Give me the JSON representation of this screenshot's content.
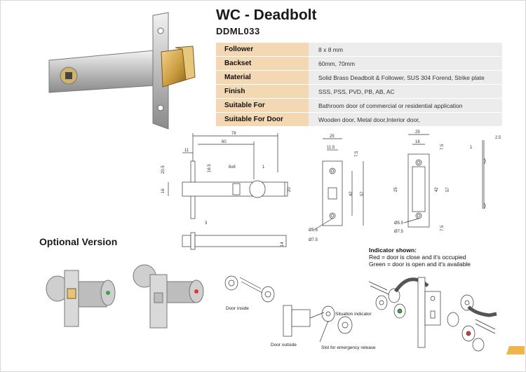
{
  "header": {
    "title": "WC - Deadbolt",
    "model": "DDML033"
  },
  "specs": [
    {
      "label": "Follower",
      "value": "8 x 8 mm"
    },
    {
      "label": "Backset",
      "value": "60mm, 70mm"
    },
    {
      "label": "Material",
      "value": "Solid Brass Deadbolt & Follower, SUS 304 Forend, Strike plate"
    },
    {
      "label": "Finish",
      "value": "SSS, PSS, PVD, PB, AB, AC"
    },
    {
      "label": "Suitable For",
      "value": "Bathroom door of commercial or residential application"
    },
    {
      "label": "Suitable For Door",
      "value": "Wooden door, Metal door,Interior door,"
    }
  ],
  "drawing": {
    "dims": [
      "78",
      "60",
      "11",
      "16.5",
      "20.5",
      "8x8",
      "1",
      "16",
      "20",
      "3",
      "14",
      "25",
      "11.5",
      "7.5",
      "42",
      "57",
      "Ø5.5",
      "Ø7.5",
      "25",
      "16",
      "7.5",
      "25",
      "42",
      "57",
      "7.5",
      "Ø5.5",
      "Ø7.5",
      "1",
      "2.5"
    ]
  },
  "optional": {
    "heading": "Optional Version"
  },
  "indicator": {
    "heading": "Indicator shown:",
    "red": "Red = door is close and it's occupied",
    "green": "Green = door is open and it's available"
  },
  "exploded": {
    "door_inside": "Door inside",
    "door_outside": "Door outside",
    "situation_indicator": "Situation indicator",
    "emergency_slot": "Slot for emergency release"
  },
  "colors": {
    "spec_label_bg": "#f3d8b3",
    "spec_value_bg": "#ececec",
    "accent": "#f0b54a"
  }
}
